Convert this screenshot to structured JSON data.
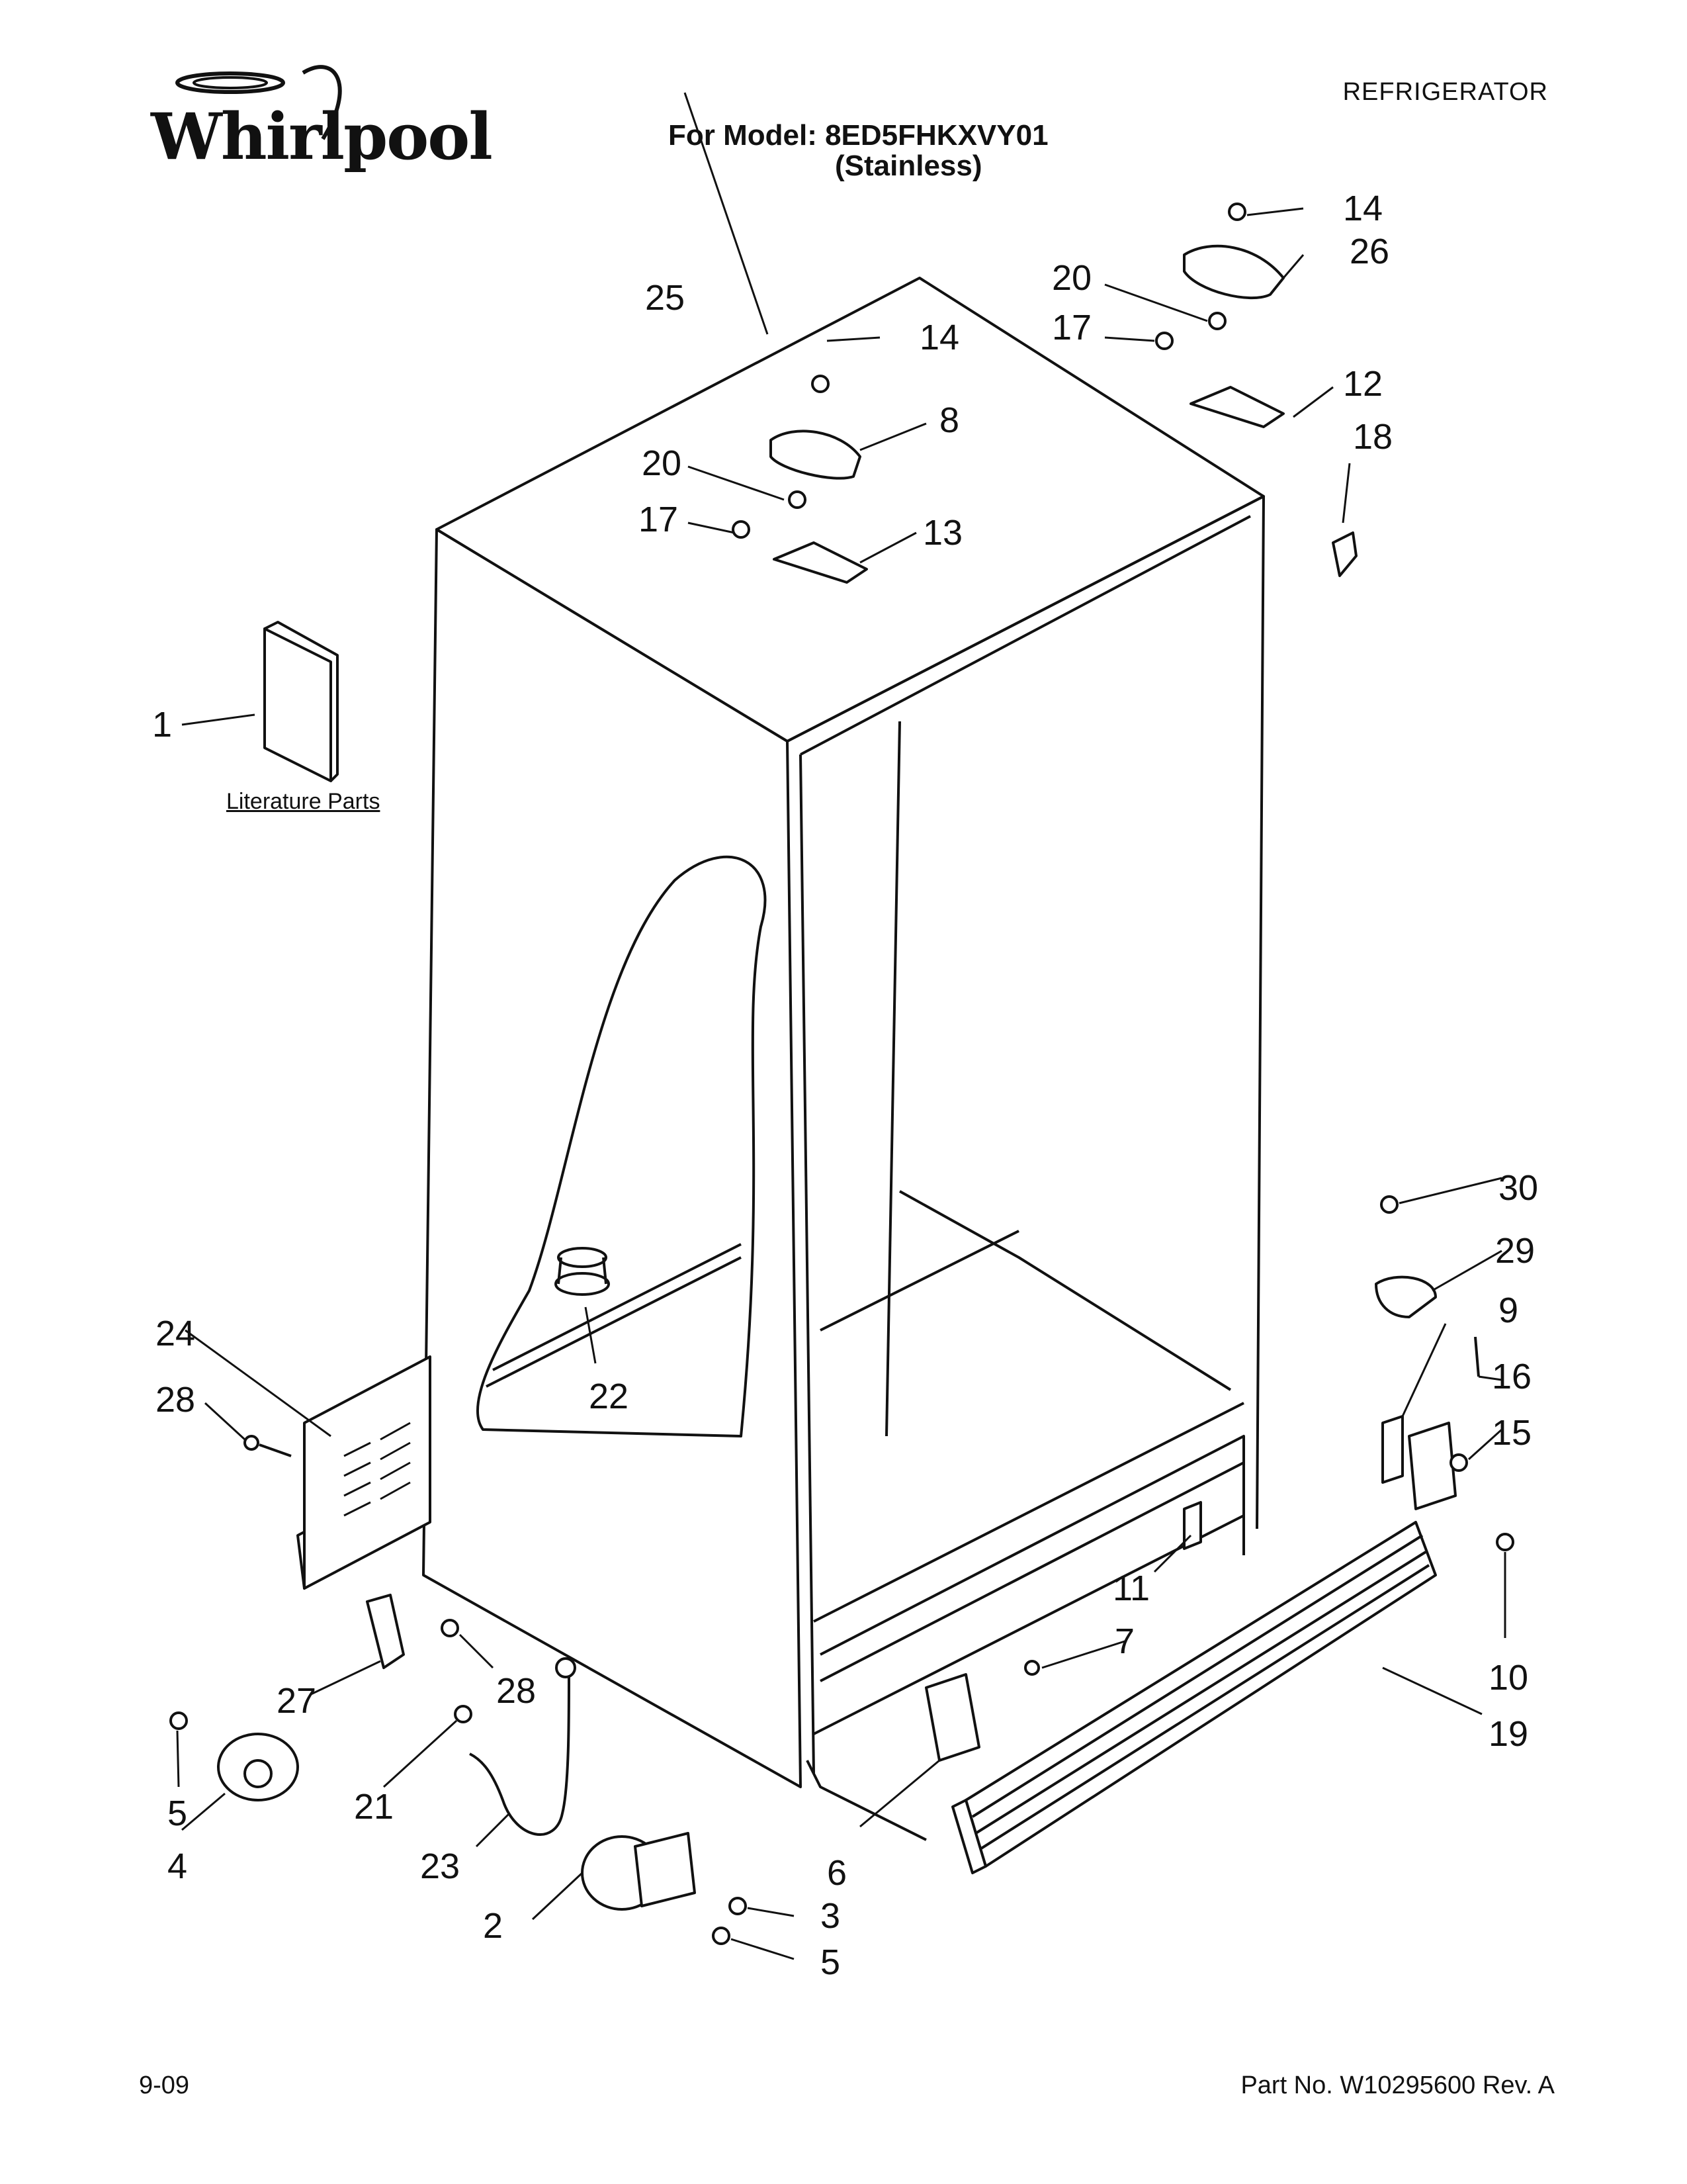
{
  "header": {
    "brand": "Whirlpool",
    "category": "REFRIGERATOR",
    "model_line": "For Model: 8ED5FHKXVY01",
    "finish_line": "(Stainless)"
  },
  "literature_label": "Literature Parts",
  "footer": {
    "date": "9-09",
    "part_no": "Part No. W10295600 Rev. A"
  },
  "callouts": [
    "1",
    "2",
    "3",
    "4",
    "5",
    "5",
    "6",
    "7",
    "8",
    "9",
    "10",
    "11",
    "12",
    "13",
    "14",
    "14",
    "15",
    "16",
    "17",
    "17",
    "18",
    "19",
    "20",
    "20",
    "21",
    "22",
    "23",
    "24",
    "25",
    "26",
    "27",
    "28",
    "28",
    "29",
    "30"
  ]
}
